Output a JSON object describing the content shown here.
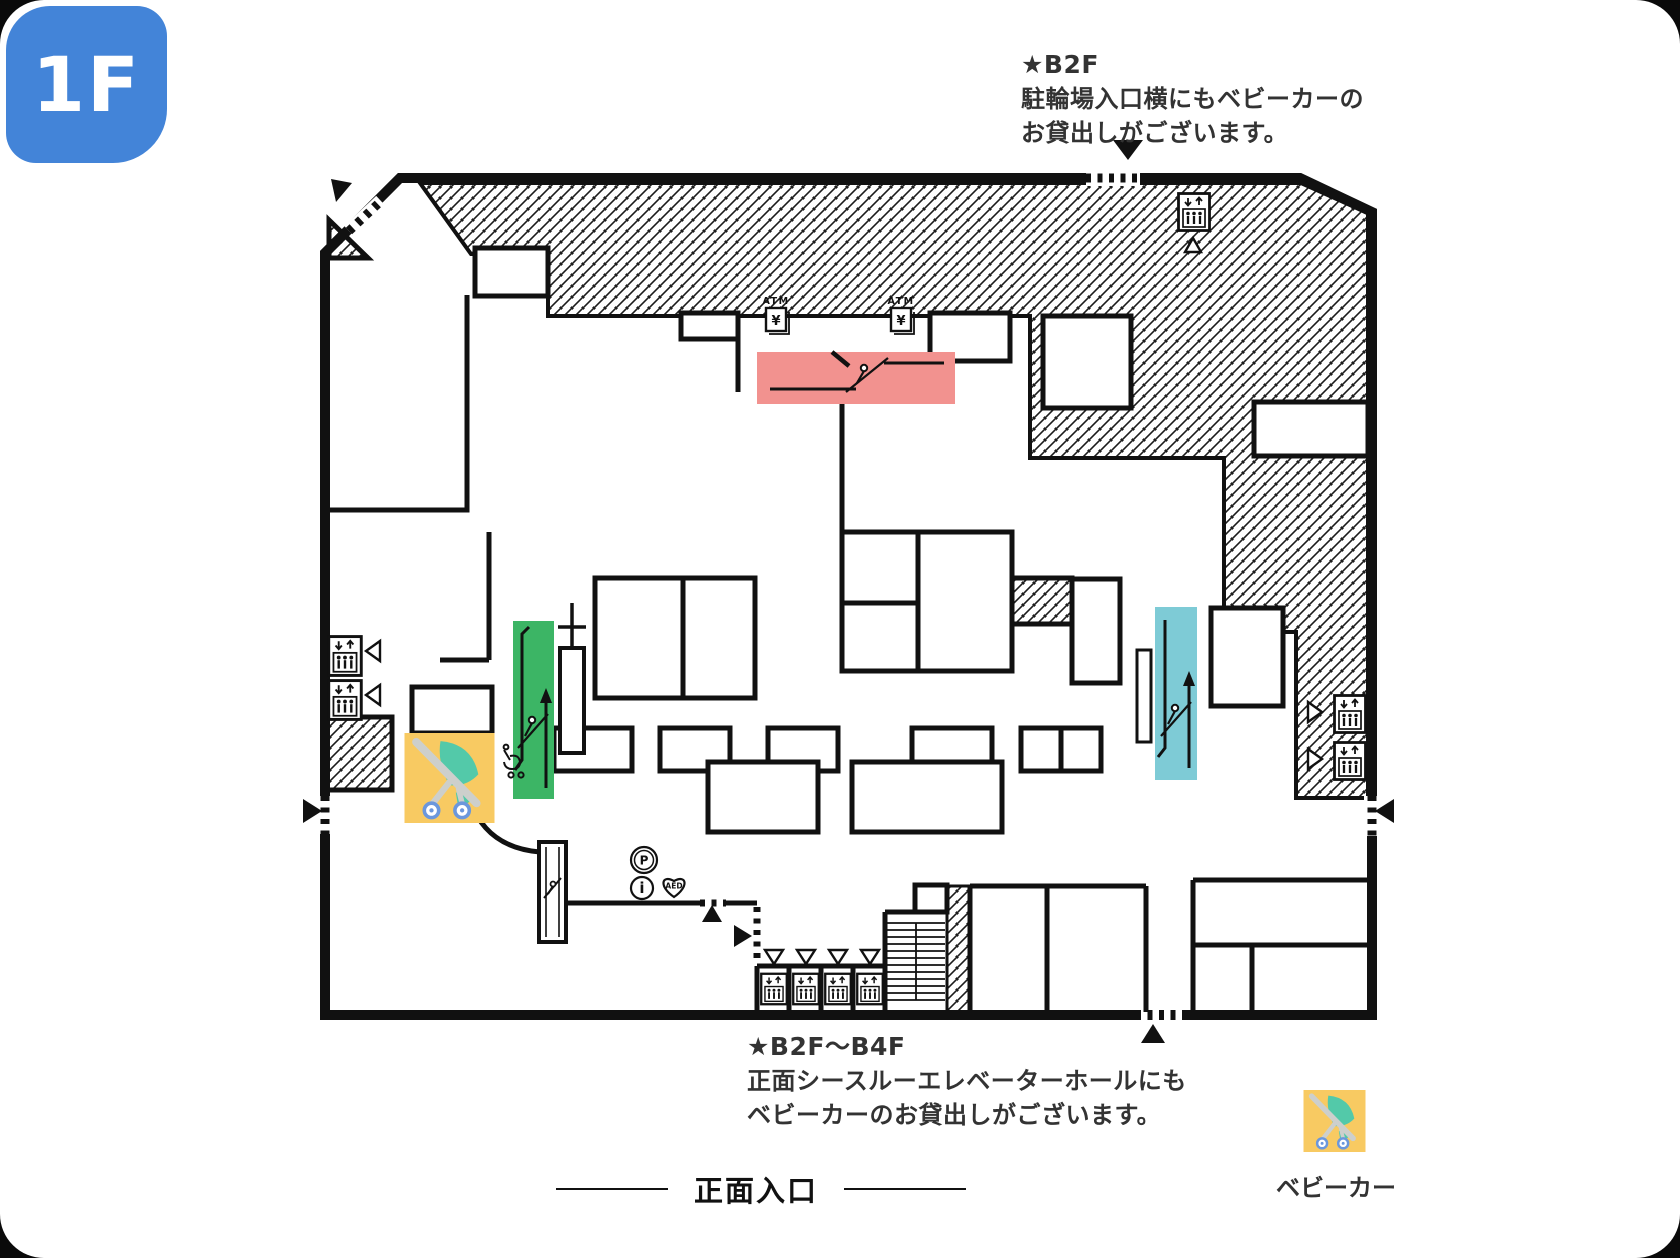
{
  "floor_badge": {
    "label": "1F"
  },
  "top_note": {
    "title": "★B2F",
    "line1": "駐輪場入口横にもベビーカーの",
    "line2": "お貸出しがございます。"
  },
  "bottom_note": {
    "title": "★B2F〜B4F",
    "line1": "正面シースルーエレベーターホールにも",
    "line2": "ベビーカーのお貸出しがございます。"
  },
  "main_entrance_label": "正面入口",
  "legend": {
    "stroller": "ベビーカー"
  },
  "icon_labels": {
    "atm": "ATM",
    "yen": "¥",
    "parking": "P",
    "info": "i",
    "aed": "AED"
  },
  "colors": {
    "floor_badge_blue": "#4384D8",
    "escalator_pink": "#F2928F",
    "escalator_green": "#3CB565",
    "escalator_teal": "#7ECBD6",
    "stroller_yellow": "#F8CA62",
    "stroller_canopy_teal": "#53C9A9",
    "wheel_blue": "#6B97DC",
    "frame_gray": "#CDCFCC"
  }
}
